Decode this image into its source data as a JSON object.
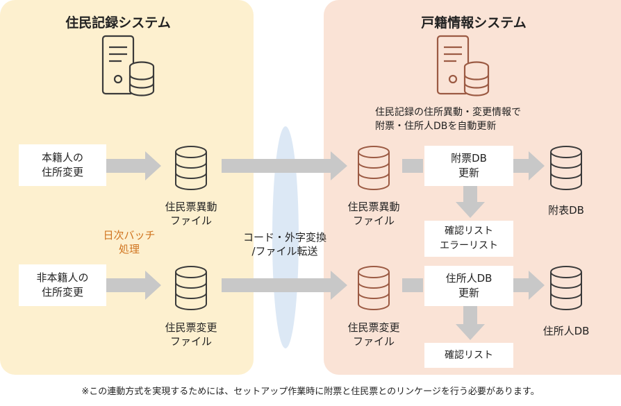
{
  "left": {
    "title": "住民記録システム",
    "flow1_source": "本籍人の\n住所変更",
    "flow1_file": "住民票異動\nファイル",
    "batch": "日次バッチ\n処理",
    "flow2_source": "非本籍人の\n住所変更",
    "flow2_file": "住民票変更\nファイル"
  },
  "center": {
    "transfer": "コード・外字変換\n/ファイル転送"
  },
  "right": {
    "title": "戸籍情報システム",
    "description": "住民記録の住所異動・変更情報で\n附票・住所人DBを自動更新",
    "flow1_file": "住民票異動\nファイル",
    "flow1_process": "附票DB\n更新",
    "flow1_output_db": "附表DB",
    "flow1_report": "確認リスト\nエラーリスト",
    "flow2_file": "住民票変更\nファイル",
    "flow2_process": "住所人DB\n更新",
    "flow2_output_db": "住所人DB",
    "flow2_report": "確認リスト"
  },
  "footnote": "※この連動方式を実現するためには、セットアップ作業時に附票と住民票とのリンケージを行う必要があります。",
  "colors": {
    "left_panel": "#fdf0cf",
    "right_panel": "#fae3d6",
    "arrow": "#c8c8c8",
    "transfer_ellipse": "#dce8f5",
    "batch_text": "#d0741f",
    "icon_left": "#3a3a3a",
    "icon_right": "#9b5a43"
  }
}
